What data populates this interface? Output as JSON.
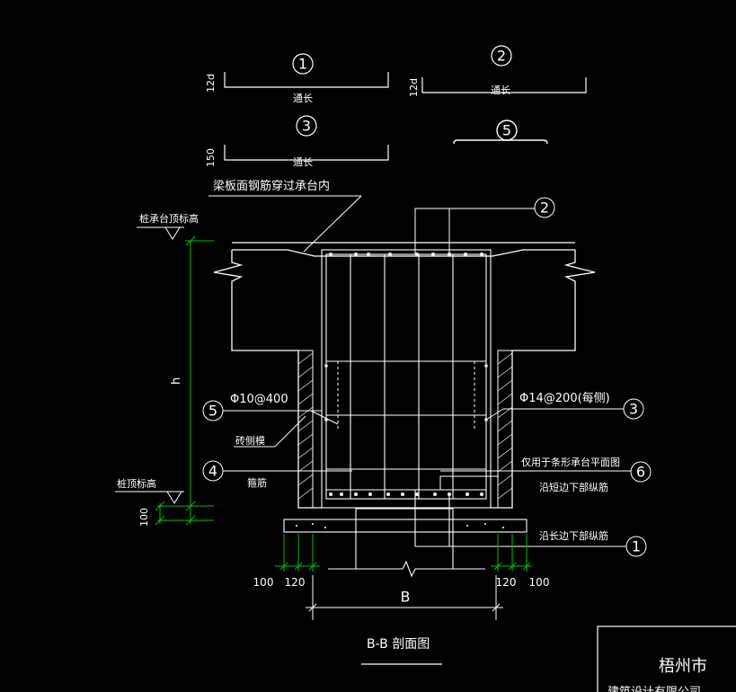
{
  "bar_details": {
    "bar1": {
      "mark": "1",
      "hook": "12d",
      "text": "通长"
    },
    "bar2": {
      "mark": "2",
      "hook": "12d",
      "text": "通长"
    },
    "bar3": {
      "mark": "3",
      "hook": "150",
      "text": "通长"
    },
    "bar5": {
      "mark": "5"
    }
  },
  "notes": {
    "beam_slab_bars": "梁板面钢筋穿过承台内",
    "pile_cap_top_elev": "桩承台顶标高",
    "pile_top_elev": "桩顶标高",
    "height_h": "h",
    "dim_100_vert": "100",
    "stirrup_spec": "Φ10@400",
    "side_bar_spec": "Φ14@200(每侧)",
    "brick_formwork": "砖侧模",
    "stirrup": "箍筋",
    "strip_cap_only": "仅用于条形承台平面图",
    "short_bottom_bars": "沿短边下部纵筋",
    "long_bottom_bars": "沿长边下部纵筋"
  },
  "callouts": {
    "c2": "2",
    "c3": "3",
    "c5": "5",
    "c4": "4",
    "c6": "6",
    "c1": "1"
  },
  "dims": {
    "d100_left": "100",
    "d120_left": "120",
    "d120_right": "120",
    "d100_right": "100",
    "width_b": "B"
  },
  "section_title": "B-B 剖面图",
  "title_block": {
    "company": "梧州市",
    "company_line2": "建筑设计有限公司"
  }
}
